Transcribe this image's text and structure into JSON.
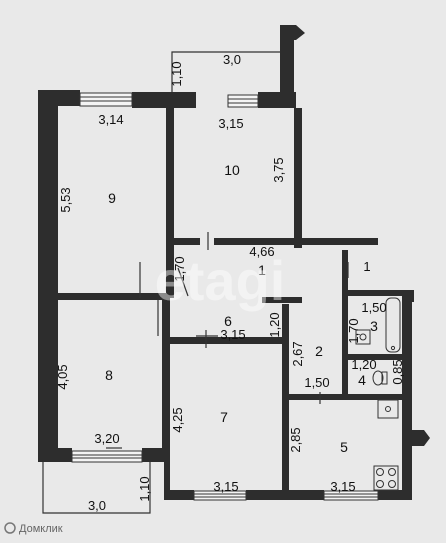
{
  "rooms": {
    "r1": "1",
    "r2": "2",
    "r3": "3",
    "r4": "4",
    "r5": "5",
    "r6": "6",
    "r7": "7",
    "r8": "8",
    "r9": "9",
    "r10": "10"
  },
  "dims": {
    "balcony_top_width": "3,0",
    "balcony_top_depth": "1,10",
    "room9_top": "3,14",
    "room9_side": "5,53",
    "room10_top": "3,15",
    "room10_side": "3,75",
    "hall_width": "4,66",
    "hall_side": "1,70",
    "hall_right": "1",
    "room6_width": "3,15",
    "room6_side": "1,20",
    "room8_side": "4,05",
    "room8_bottom": "3,20",
    "room7_side": "4,25",
    "room7_bottom": "3,15",
    "room2_side": "2,67",
    "room2_bottom": "1,50",
    "bath_width": "1,50",
    "bath_side": "1,70",
    "wc_width": "1,20",
    "wc_side": "0,85",
    "kitchen_side": "2,85",
    "kitchen_bottom": "3,15",
    "balcony_bottom_width": "3,0",
    "balcony_bottom_depth": "1,10"
  },
  "watermark": {
    "brand": "Домклик",
    "center": "etagi"
  },
  "colors": {
    "background": "#e9e9e9",
    "wall": "#2d2d2d",
    "thin_line": "#333333"
  }
}
